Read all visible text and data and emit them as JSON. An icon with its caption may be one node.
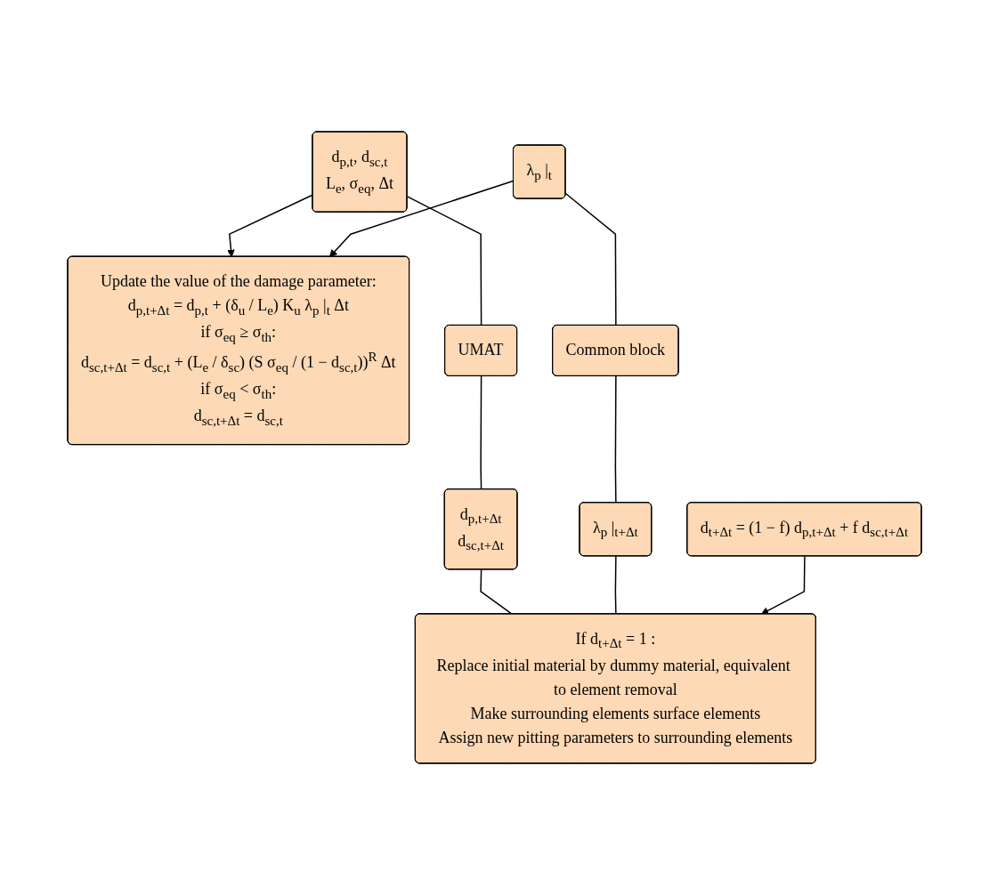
{
  "diagram": {
    "nodes": [
      {
        "text": [
          "d$_{p,t}$, d$_{sc,t}$",
          "L$_{e}$, σ$_{eq}$, Δt"
        ]
      },
      {
        "text": [
          "Update the value of the damage parameter:",
          "d$_{p,t+Δt}$ = d$_{p,t}$ + (δ$_{u}$ / L$_{e}$) K$_{u}$ λ$_{p}$ |$_{t}$ Δt",
          "if σ$_{eq}$ ≥ σ$_{th}$:",
          "d$_{sc,t+Δt}$ = d$_{sc,t}$ + (L$_{e}$ / δ$_{sc}$) (S σ$_{eq}$ / (1 − d$_{sc,t}$))$^{R}$ Δt",
          "if σ$_{eq}$ < σ$_{th}$:",
          "d$_{sc,t+Δt}$ = d$_{sc,t}$"
        ]
      },
      {
        "text": [
          "λ$_{p}$ |$_{t}$"
        ]
      },
      {
        "text": [
          "UMAT"
        ]
      },
      {
        "text": [
          "d$_{t+Δt}$ = (1 − f) d$_{p,t+Δt}$ + f d$_{sc,t+Δt}$"
        ]
      },
      {
        "text": [
          "Common block"
        ]
      },
      {
        "text": [
          "d$_{p,t+Δt}$",
          "d$_{sc,t+Δt}$"
        ]
      },
      {
        "text": [
          "If d$_{t+Δt}$ = 1 :",
          "Replace initial material by dummy material, equivalent to element removal",
          "Make surrounding elements surface elements",
          "Assign new pitting parameters to surrounding elements"
        ]
      },
      {
        "text": [
          "λ$_{p}$ |$_{t+Δt}$"
        ]
      }
    ],
    "edges": [
      {
        "from": 0,
        "to": 1,
        "arrow": "to"
      },
      {
        "from": 2,
        "to": 1,
        "arrow": "to"
      },
      {
        "from": 0,
        "to": 3,
        "arrow": "none"
      },
      {
        "from": 3,
        "to": 6,
        "arrow": "none"
      },
      {
        "from": 6,
        "to": 7,
        "arrow": "none"
      },
      {
        "from": 2,
        "to": 5,
        "arrow": "none"
      },
      {
        "from": 5,
        "to": 8,
        "arrow": "none"
      },
      {
        "from": 8,
        "to": 7,
        "arrow": "none"
      },
      {
        "from": 4,
        "to": 7,
        "arrow": "to"
      }
    ]
  }
}
